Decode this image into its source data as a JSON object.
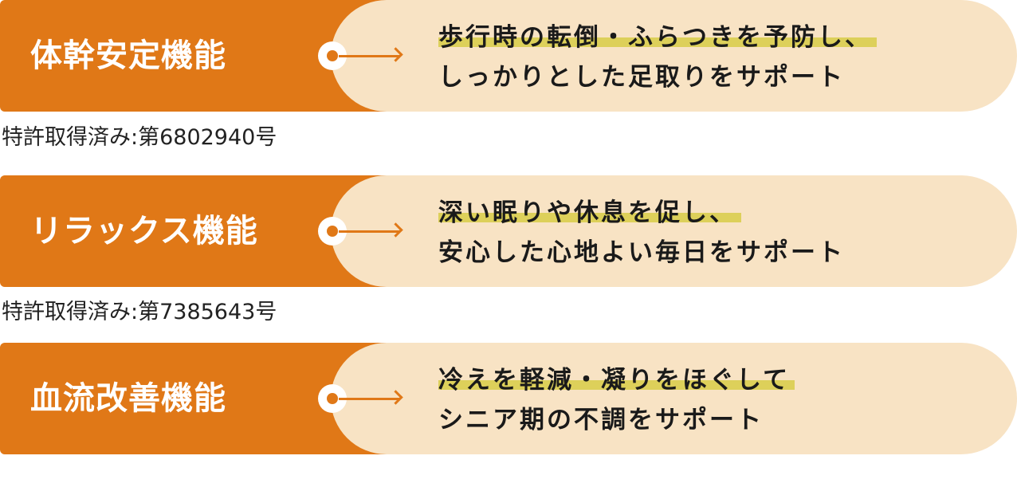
{
  "features": [
    {
      "title": "体幹安定機能",
      "line1": "歩行時の転倒・ふらつきを予防し、",
      "line2": "しっかりとした足取りをサポート",
      "patent": "特許取得済み:第6802940号"
    },
    {
      "title": "リラックス機能",
      "line1": "深い眠りや休息を促し、",
      "line2": "安心した心地よい毎日をサポート",
      "patent": "特許取得済み:第7385643号"
    },
    {
      "title": "血流改善機能",
      "line1": "冷えを軽減・凝りをほぐして",
      "line2": "シニア期の不調をサポート"
    }
  ],
  "colors": {
    "accent": "#e07817",
    "pill": "#f8e3c4",
    "highlight": "#ddd05a"
  }
}
